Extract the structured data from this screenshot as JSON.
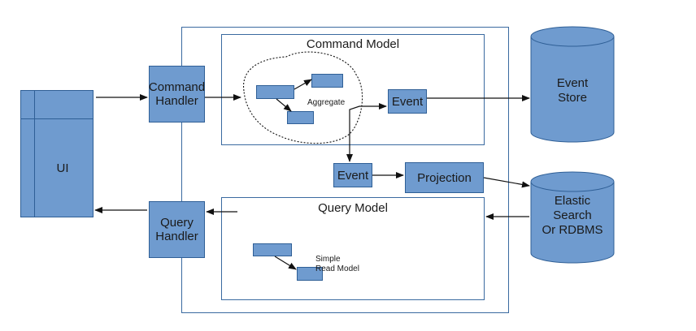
{
  "ui_label": "UI",
  "command_model_title": "Command Model",
  "query_model_title": "Query Model",
  "command_handler": [
    "Command",
    "Handler"
  ],
  "query_handler": [
    "Query",
    "Handler"
  ],
  "aggregate_label": "Aggregate",
  "event_upper": "Event",
  "event_lower": "Event",
  "projection_label": "Projection",
  "event_store": [
    "Event",
    "Store"
  ],
  "elastic": [
    "Elastic",
    "Search",
    "Or RDBMS"
  ],
  "simple_read_model": [
    "Simple",
    "Read Model"
  ],
  "colors": {
    "box_fill": "#6f9bcf",
    "box_border": "#2f5f96",
    "frame": "#3a6aa0"
  }
}
